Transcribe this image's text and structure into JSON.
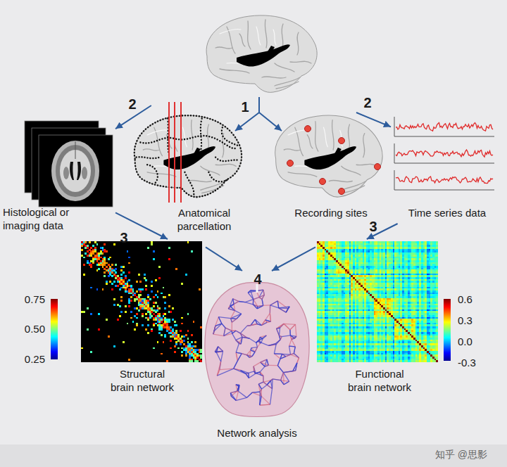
{
  "diagram": {
    "nodes": [
      {
        "text": [
          "Histological or imaging data"
        ]
      },
      {
        "text": [
          "Anatomical parcellation"
        ]
      },
      {
        "text": [
          "Recording sites"
        ]
      },
      {
        "text": [
          "Time series data"
        ]
      },
      {
        "text": [
          "Structural brain network"
        ]
      },
      {
        "text": [
          "Network analysis"
        ]
      },
      {
        "text": [
          "Functional brain network"
        ]
      }
    ],
    "edges": [
      {
        "from": 1,
        "to": 0,
        "arrow": "to"
      },
      {
        "from": 2,
        "to": 3,
        "arrow": "to"
      },
      {
        "from": 0,
        "to": 4,
        "arrow": "to"
      },
      {
        "from": 3,
        "to": 6,
        "arrow": "to"
      },
      {
        "from": 4,
        "to": 5,
        "arrow": "to"
      },
      {
        "from": 6,
        "to": 5,
        "arrow": "to"
      }
    ],
    "labels": [
      "1",
      "2",
      "2",
      "3",
      "3",
      "4",
      "0.75",
      "0.50",
      "0.25",
      "0.6",
      "0.3",
      "0.0",
      "-0.3",
      "知乎 @思影"
    ]
  }
}
